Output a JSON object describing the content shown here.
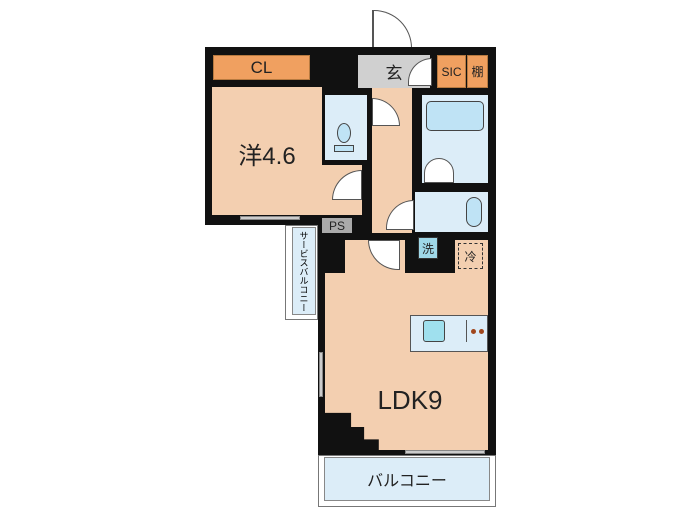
{
  "rooms": {
    "closet": "CL",
    "western_room": "洋4.6",
    "entrance": "玄",
    "sic": "SIC",
    "shelf": "棚",
    "ps": "PS",
    "washer": "洗",
    "fridge": "冷",
    "ldk": "LDK9",
    "service_balcony": "サービスバルコニー",
    "balcony": "バルコニー"
  },
  "colors": {
    "room": "#f3cfb0",
    "wet_area": "#dcedf8",
    "storage": "#f0a060",
    "wall": "#111111",
    "entrance": "#d0d0d0"
  }
}
